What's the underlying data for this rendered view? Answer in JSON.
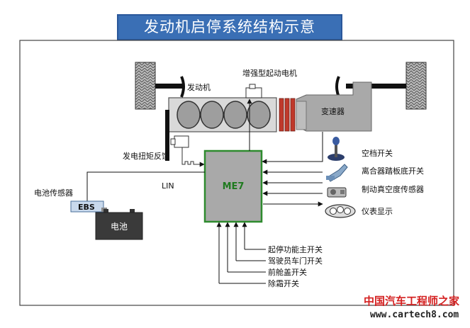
{
  "title": "发动机启停系统结构示意",
  "labels": {
    "engine": "发动机",
    "starter": "增强型起动电机",
    "transmission": "变速器",
    "alternator": "发电扭矩反馈",
    "battery_sensor": "电池传感器",
    "ebs": "EBS",
    "battery": "电池",
    "lin": "LIN",
    "ecu": "ME7"
  },
  "right_inputs": [
    {
      "label": "空档开关",
      "icon": "gear-lever-icon"
    },
    {
      "label": "离合器踏板底开关",
      "icon": "clutch-pedal-icon"
    },
    {
      "label": "制动真空度传感器",
      "icon": "vacuum-sensor-icon"
    },
    {
      "label": "仪表显示",
      "icon": "instrument-cluster-icon"
    }
  ],
  "bottom_inputs": [
    "起停功能主开关",
    "驾驶员车门开关",
    "前舱盖开关",
    "除霜开关"
  ],
  "watermark": {
    "cn": "中国汽车工程师之家",
    "url": "www.cartech8.com"
  },
  "colors": {
    "title_bg": "#3a6fb5",
    "ecu_border": "#2e8b2e",
    "clutch": "#c0392b",
    "box_gray": "#a9a9a9"
  }
}
